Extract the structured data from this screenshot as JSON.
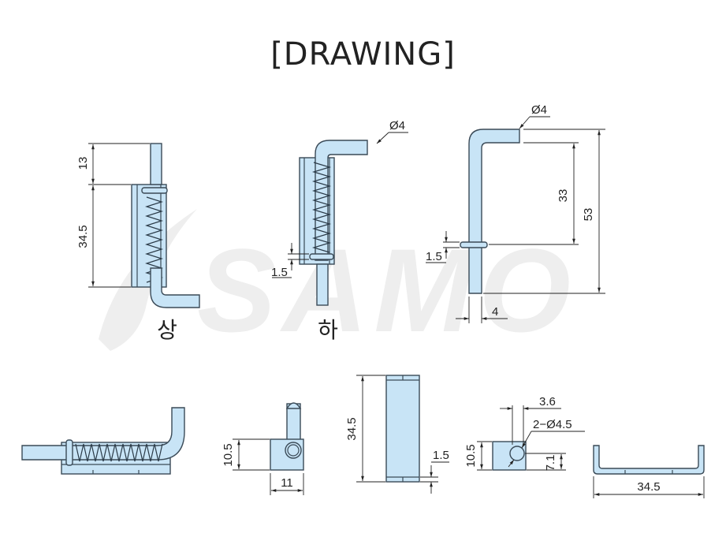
{
  "title": "[DRAWING]",
  "watermark": "SAMO",
  "views": {
    "upper": {
      "label": "상",
      "dims": {
        "top": "13",
        "body": "34.5"
      }
    },
    "lower": {
      "label": "하",
      "dims": {
        "collar": "1.5",
        "wire": "Ø4"
      }
    },
    "pin": {
      "dims": {
        "wire": "Ø4",
        "short": "33",
        "total": "53",
        "collar": "1.5",
        "width": "4"
      }
    },
    "front_bracket": {
      "dims": {
        "height": "10.5",
        "width": "11"
      }
    },
    "side_bracket": {
      "dims": {
        "length": "34.5",
        "wall": "1.5"
      }
    },
    "end_bracket": {
      "dims": {
        "height": "10.5",
        "hole_x": "3.6",
        "holes": "2−Ø4.5",
        "hole_y": "7.1"
      }
    },
    "channel": {
      "dims": {
        "length": "34.5"
      }
    }
  },
  "colors": {
    "part_fill": "#c8e4f6",
    "outline": "#3a4a57",
    "watermark": "#eeeeee"
  }
}
